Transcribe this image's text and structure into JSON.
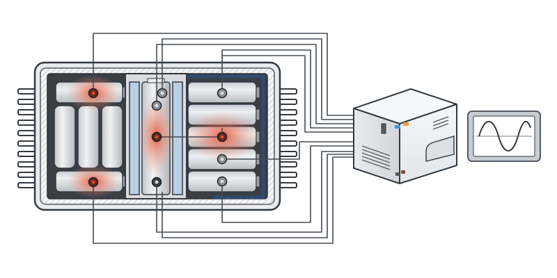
{
  "diagram": {
    "subject": "battery-pack-thermal-measurement",
    "colors": {
      "outline": "#333840",
      "cell_fill": "#d4d8dd",
      "cell_highlight": "#eef0f2",
      "housing_fill": "#e9ebed",
      "hot_spot": "#e8452c",
      "wire": "#444a52",
      "cooling_plate": "#b9cfe4",
      "side_insulation": "#2f4b6e",
      "device_body": "#f2f4f6",
      "monitor_bezel": "#c7ccd2",
      "indicator_blue": "#4a90d9",
      "indicator_orange": "#f0a030"
    },
    "icons": [
      "thermocouple-probe-icon",
      "data-logger-icon",
      "sine-wave-icon",
      "cooling-fin-icon"
    ],
    "hot_spots": 5,
    "sensor_probes": 9
  }
}
